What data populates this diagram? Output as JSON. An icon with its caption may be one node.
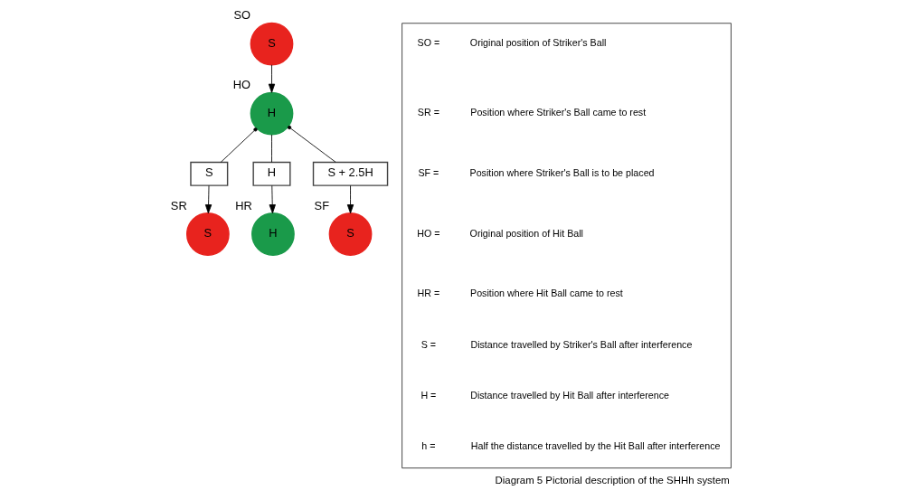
{
  "diagram": {
    "caption": "Diagram 5 Pictorial description of the SHHh system",
    "nodes": [
      {
        "text": [
          "S"
        ],
        "beside": [
          "SO"
        ]
      },
      {
        "text": [
          "H"
        ],
        "beside": [
          "HO"
        ]
      },
      {
        "text": [
          "S"
        ],
        "beside": [
          "SR"
        ]
      },
      {
        "text": [
          "S"
        ]
      },
      {
        "text": [
          "H"
        ]
      },
      {
        "text": [
          "H"
        ],
        "beside": [
          "HR"
        ]
      },
      {
        "text": [
          "S + 2.5H"
        ]
      },
      {
        "text": [
          "S"
        ],
        "beside": [
          "SF"
        ]
      },
      {
        "text": [],
        "shape": "box"
      }
    ],
    "edges": [
      {
        "from": 0,
        "to": 1,
        "arrow": "to"
      },
      {
        "from": 1,
        "to": 3,
        "arrow": "other"
      },
      {
        "from": 3,
        "to": 2,
        "arrow": "to"
      },
      {
        "from": 1,
        "to": 4,
        "arrow": "none"
      },
      {
        "from": 4,
        "to": 5,
        "arrow": "to"
      },
      {
        "from": 1,
        "to": 6,
        "arrow": "other"
      },
      {
        "from": 6,
        "to": 7,
        "arrow": "to"
      }
    ],
    "labels": [
      "SO =",
      "Original position of Striker's Ball",
      "SR =",
      "Position where Striker's Ball came to rest",
      "SF =",
      "Position where Striker's Ball is to be placed",
      "HO =",
      "Original position of Hit Ball",
      "HR =",
      "Position where Hit Ball came to rest",
      "S =",
      "Distance travelled by Striker's Ball after interference",
      "H =",
      "Distance travelled by Hit Ball after interference",
      "h =",
      "Half the distance travelled by the Hit Ball after interference"
    ]
  }
}
